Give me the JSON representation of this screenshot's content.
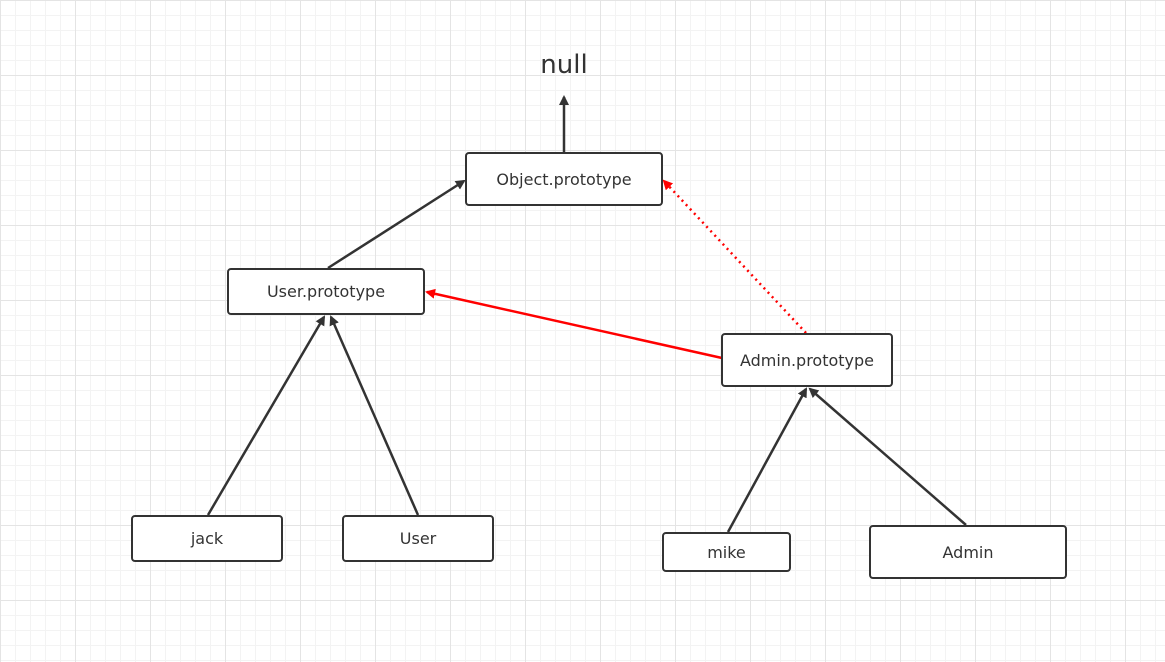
{
  "root": {
    "label": "null"
  },
  "nodes": {
    "object_prototype": "Object.prototype",
    "user_prototype": "User.prototype",
    "admin_prototype": "Admin.prototype",
    "jack": "jack",
    "user": "User",
    "mike": "mike",
    "admin": "Admin"
  },
  "colors": {
    "line": "#333333",
    "highlight": "#ff0000",
    "grid_major": "#e4e4e4",
    "grid_minor": "#f3f3f3"
  }
}
